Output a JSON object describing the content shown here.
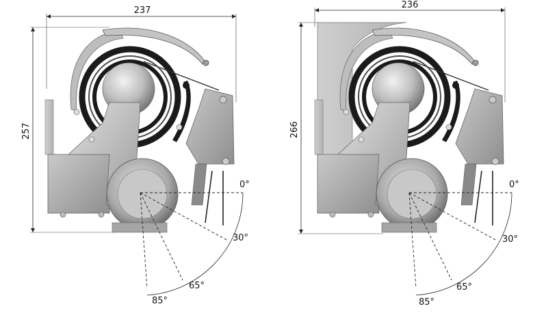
{
  "views": [
    {
      "width_label": "237",
      "height_label": "257",
      "angles": [
        "0°",
        "30°",
        "65°",
        "85°"
      ]
    },
    {
      "width_label": "236",
      "height_label": "266",
      "angles": [
        "0°",
        "30°",
        "65°",
        "85°"
      ]
    }
  ],
  "colors": {
    "metal_light": "#d4d4d4",
    "metal_mid": "#a8a8a8",
    "metal_dark": "#6e6e6e",
    "ring_black": "#1a1a1a",
    "line": "#222222"
  }
}
